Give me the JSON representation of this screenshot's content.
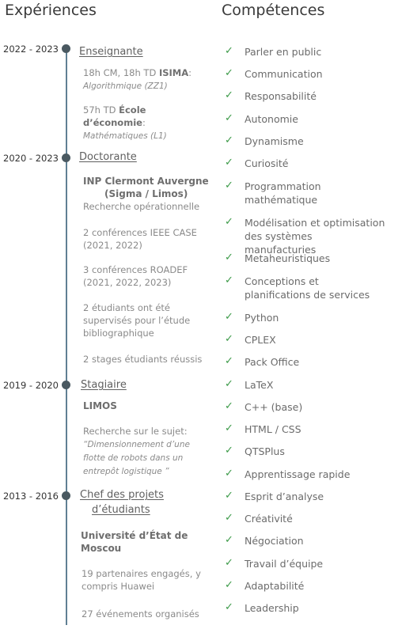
{
  "headings": {
    "experiences": "Expériences",
    "competences": "Compétences"
  },
  "entries": [
    {
      "years": "2022 - 2023",
      "role": "Enseignante",
      "detail1_prefix": "18h CM, 18h TD ",
      "detail1_bold": "ISIMA",
      "detail1_suffix": ":",
      "detail1_italic": "Algorithmique (ZZ1)",
      "detail2_prefix": "57h TD ",
      "detail2_bold": "École d’économie",
      "detail2_suffix": ":",
      "detail2_italic": "Mathématiques (L1)"
    },
    {
      "years": "2020 - 2023",
      "role": "Doctorante",
      "org_line1": "INP Clermont Auvergne",
      "org_line2": "(Sigma / Limos)",
      "sub": "Recherche opérationnelle",
      "item1": "2 conférences IEEE CASE (2021, 2022)",
      "item2": "3 conférences ROADEF (2021, 2022, 2023)",
      "item3": "2 étudiants ont été supervisés pour l’étude bibliographique",
      "item4": "2 stages étudiants réussis"
    },
    {
      "years": "2019 - 2020",
      "role": "Stagiaire",
      "org": "LIMOS",
      "sub": "Recherche sur le sujet:",
      "italic": "“Dimensionnement d’une flotte de robots dans un entrepôt logistique ”"
    },
    {
      "years": "2013 - 2016",
      "role_line1": "Chef des projets",
      "role_line2": "d’étudiants",
      "org": "Université d’État de Moscou",
      "item1": "19 partenaires engagés, y compris Huawei",
      "item2": "27 événements organisés"
    }
  ],
  "skills": [
    "Parler en public",
    "Communication",
    "Responsabilité",
    "Autonomie",
    "Dynamisme",
    "Curiosité",
    "Programmation mathématique",
    "Modélisation et optimisation des systèmes manufacturies",
    "Metaheuristiques",
    "Conceptions et planifications de services",
    "Python",
    "CPLEX",
    "Pack Office",
    "LaTeX",
    "C++ (base)",
    "HTML / CSS",
    "QTSPlus",
    "Apprentissage rapide",
    "Esprit d’analyse",
    "Créativité",
    "Négociation",
    "Travail d’équipe",
    "Adaptabilité",
    "Leadership"
  ],
  "check_icon": "check-icon",
  "colors": {
    "timeline": "#5f7f93",
    "dot": "#4a5961",
    "check": "#3c9a48"
  }
}
